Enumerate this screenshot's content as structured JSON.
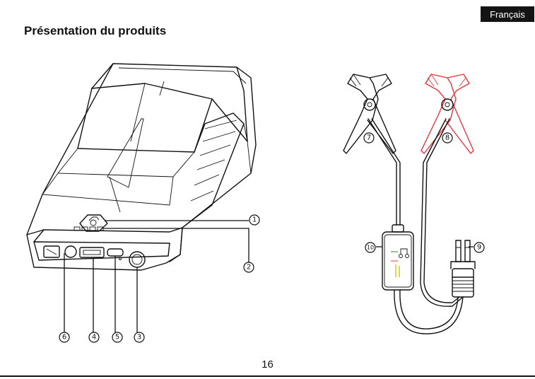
{
  "header": {
    "language_tab": "Français",
    "title": "Présentation du produits"
  },
  "callouts": [
    "1",
    "2",
    "3",
    "4",
    "5",
    "6",
    "7",
    "8",
    "9",
    "10"
  ],
  "footer": {
    "page_number": "16"
  },
  "colors": {
    "positive_clamp": "#e8343c",
    "negative_clamp": "#111111",
    "label_tab_background": "#141414"
  }
}
